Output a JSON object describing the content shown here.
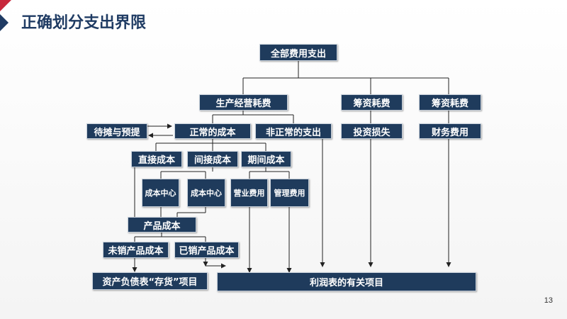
{
  "slide": {
    "title": "正确划分支出界限",
    "page_number": "13"
  },
  "nodes": {
    "all": "全部费用支出",
    "production": "生产经营耗费",
    "financing1": "筹资耗费",
    "financing2": "筹资耗费",
    "normal_cost": "正常的成本",
    "abnormal": "非正常的支出",
    "investment_loss": "投资损失",
    "financial_expense": "财务费用",
    "deferred": "待摊与预提",
    "direct_cost": "直接成本",
    "indirect_cost": "间接成本",
    "period_cost": "期间成本",
    "cost_center1": "成本中心",
    "cost_center2": "成本中心",
    "selling_expense": "营业费用",
    "admin_expense": "管理费用",
    "product_cost": "产品成本",
    "unsold_cost": "未销产品成本",
    "sold_cost": "已销产品成本",
    "balance_sheet": "资产负债表“存货”项目",
    "income_statement": "利润表的有关项目"
  },
  "colors": {
    "box_fill": "#1f3b5c",
    "box_text": "#ffffff",
    "title": "#1f3b63",
    "accent_red": "#c8283c",
    "accent_navy": "#1f3b63"
  }
}
